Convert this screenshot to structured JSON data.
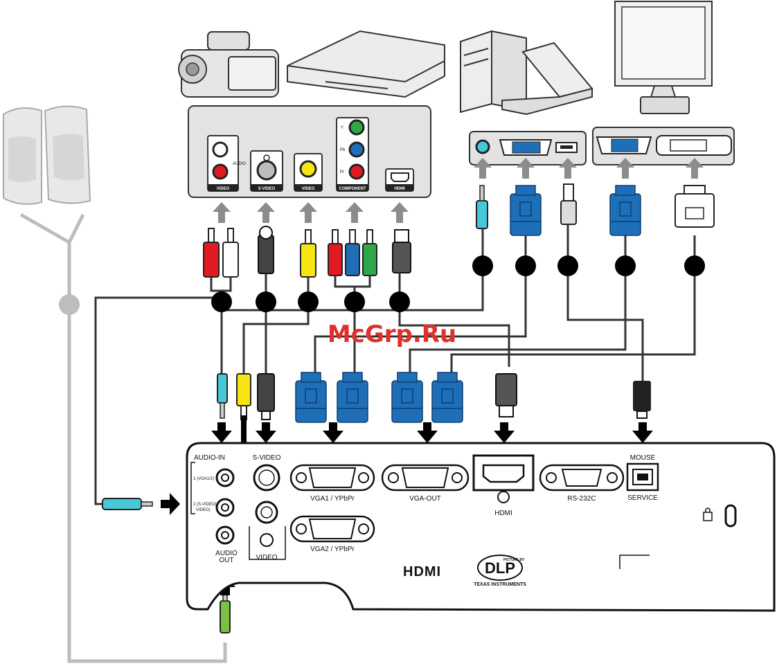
{
  "watermark": "McGrp.Ru",
  "source_panel_labels": {
    "audio_jack": "AUDIO",
    "video": "VIDEO",
    "s_video": "S-VIDEO",
    "video2": "VIDEO",
    "component": "COMPONENT",
    "hdmi": "HDMI",
    "y": "Y",
    "pb": "Pb",
    "pr": "Pr"
  },
  "projector_labels": {
    "audio_in": "AUDIO-IN",
    "audio_in_1": "1 (VGA1/2)",
    "audio_in_2a": "2 (S-VIDEO/",
    "audio_in_2b": "VIDEO)",
    "audio_out_a": "AUDIO",
    "audio_out_b": "OUT",
    "s_video": "S-VIDEO",
    "video": "VIDEO",
    "vga1": "VGA1 / YPbPr",
    "vga2": "VGA2 / YPbPr",
    "vga_out": "VGA-OUT",
    "hdmi": "HDMI",
    "rs232c": "RS-232C",
    "mouse": "MOUSE",
    "service": "SERVICE",
    "hdmi_logo": "HDMI",
    "dlp_logo": "DLP",
    "dlp_top": "PICTURE BY",
    "ti": "TEXAS INSTRUMENTS"
  },
  "colors": {
    "vga_blue": "#1f6fb8",
    "arrow_gray": "#8c8c8c",
    "rca_red": "#e01b22",
    "rca_yellow": "#f5e613",
    "rca_green": "#2fa84a",
    "rca_blue": "#1f6fb8",
    "audio_teal": "#47c8d8",
    "audio_green": "#7cc043",
    "watermark": "#e0302a"
  }
}
